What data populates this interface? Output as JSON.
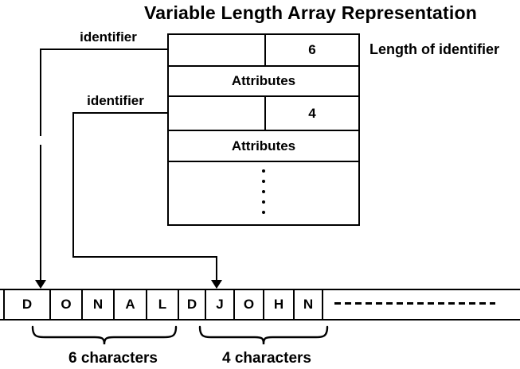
{
  "title": "Variable Length Array Representation",
  "colors": {
    "ink": "#000000",
    "background": "#ffffff"
  },
  "record_table": {
    "rows": [
      {
        "kind": "split",
        "left": "",
        "right": "6"
      },
      {
        "kind": "full",
        "label": "Attributes"
      },
      {
        "kind": "split",
        "left": "",
        "right": "4"
      },
      {
        "kind": "full",
        "label": "Attributes"
      },
      {
        "kind": "ellipsis"
      }
    ],
    "length_annotation": "Length of identifier"
  },
  "pointers": {
    "first_label": "identifier",
    "second_label": "identifier"
  },
  "array": {
    "cells": [
      "D",
      "O",
      "N",
      "A",
      "L",
      "D",
      "J",
      "O",
      "H",
      "N"
    ],
    "tail_style": "dashed-line"
  },
  "braces": {
    "first_label": "6 characters",
    "second_label": "4 characters"
  }
}
